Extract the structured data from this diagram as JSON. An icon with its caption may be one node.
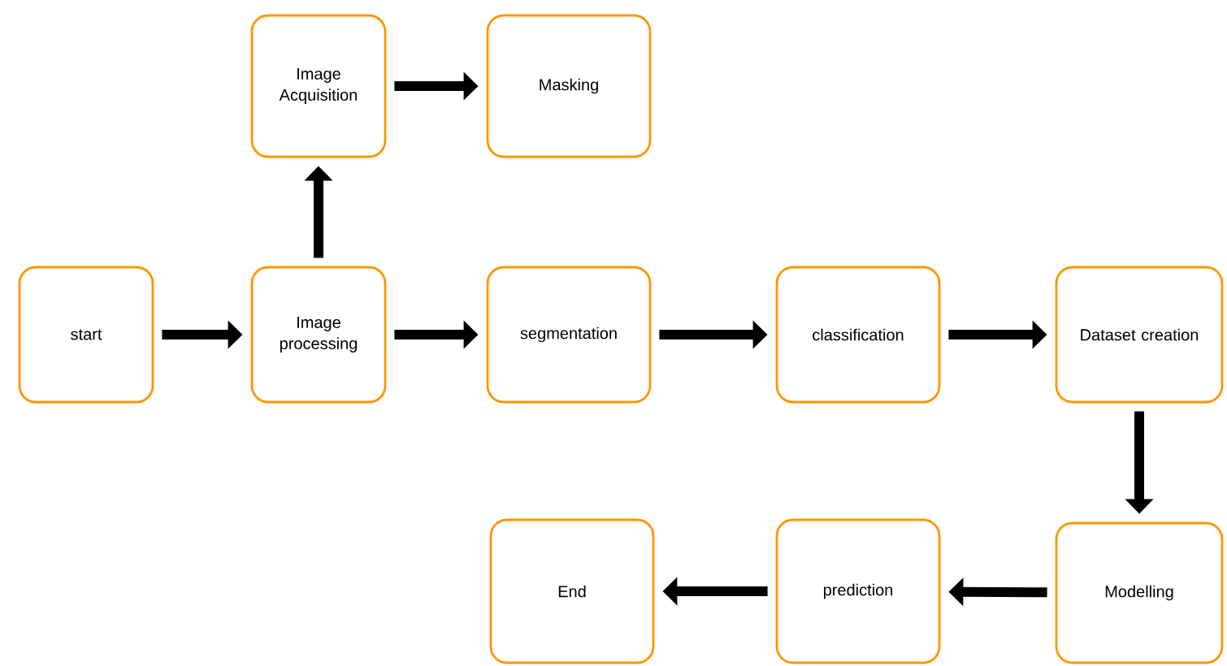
{
  "diagram": {
    "nodes": [
      {
        "text": [
          "start"
        ]
      },
      {
        "text": [
          "Image processing"
        ]
      },
      {
        "text": [
          "Image Acquisition"
        ]
      },
      {
        "text": [
          "Masking"
        ]
      },
      {
        "text": [
          "segmentation"
        ]
      },
      {
        "text": [
          "classification"
        ]
      },
      {
        "text": [
          "Dataset creation"
        ]
      },
      {
        "text": [
          "Modelling"
        ]
      },
      {
        "text": [
          "prediction"
        ]
      },
      {
        "text": [
          "End"
        ]
      }
    ],
    "edges": [
      {
        "from": 0,
        "to": 1,
        "arrow": "to"
      },
      {
        "from": 1,
        "to": 2,
        "arrow": "to"
      },
      {
        "from": 2,
        "to": 3,
        "arrow": "to"
      },
      {
        "from": 1,
        "to": 4,
        "arrow": "to"
      },
      {
        "from": 4,
        "to": 5,
        "arrow": "to"
      },
      {
        "from": 5,
        "to": 6,
        "arrow": "to"
      },
      {
        "from": 6,
        "to": 7,
        "arrow": "to"
      },
      {
        "from": 7,
        "to": 8,
        "arrow": "to"
      },
      {
        "from": 8,
        "to": 9,
        "arrow": "to"
      }
    ]
  }
}
